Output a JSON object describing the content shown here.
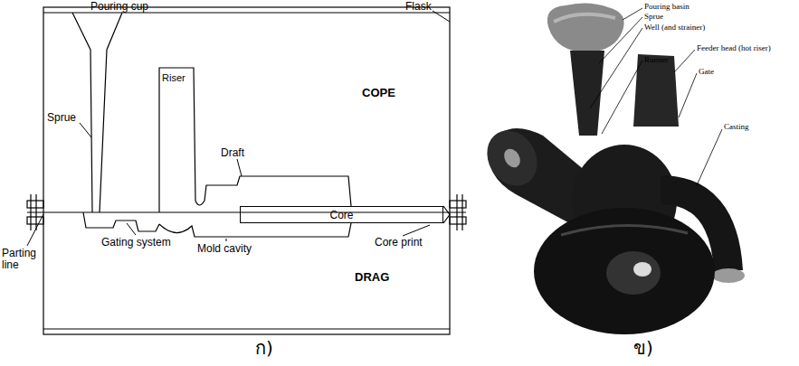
{
  "diagram": {
    "nodes": [
      {
        "text": [
          "Core"
        ]
      }
    ],
    "labels": [
      "Pouring cup",
      "Sprue",
      "Riser",
      "Draft",
      "COPE",
      "Flask",
      "Gating system",
      "Mold cavity",
      "Core print",
      "Parting line",
      "DRAG",
      "ก)",
      "Pouring basin",
      "Sprue",
      "Well (and strainer)",
      "Feeder head (hot riser)",
      "Runner",
      "Gate",
      "Casting",
      "ข)"
    ]
  }
}
